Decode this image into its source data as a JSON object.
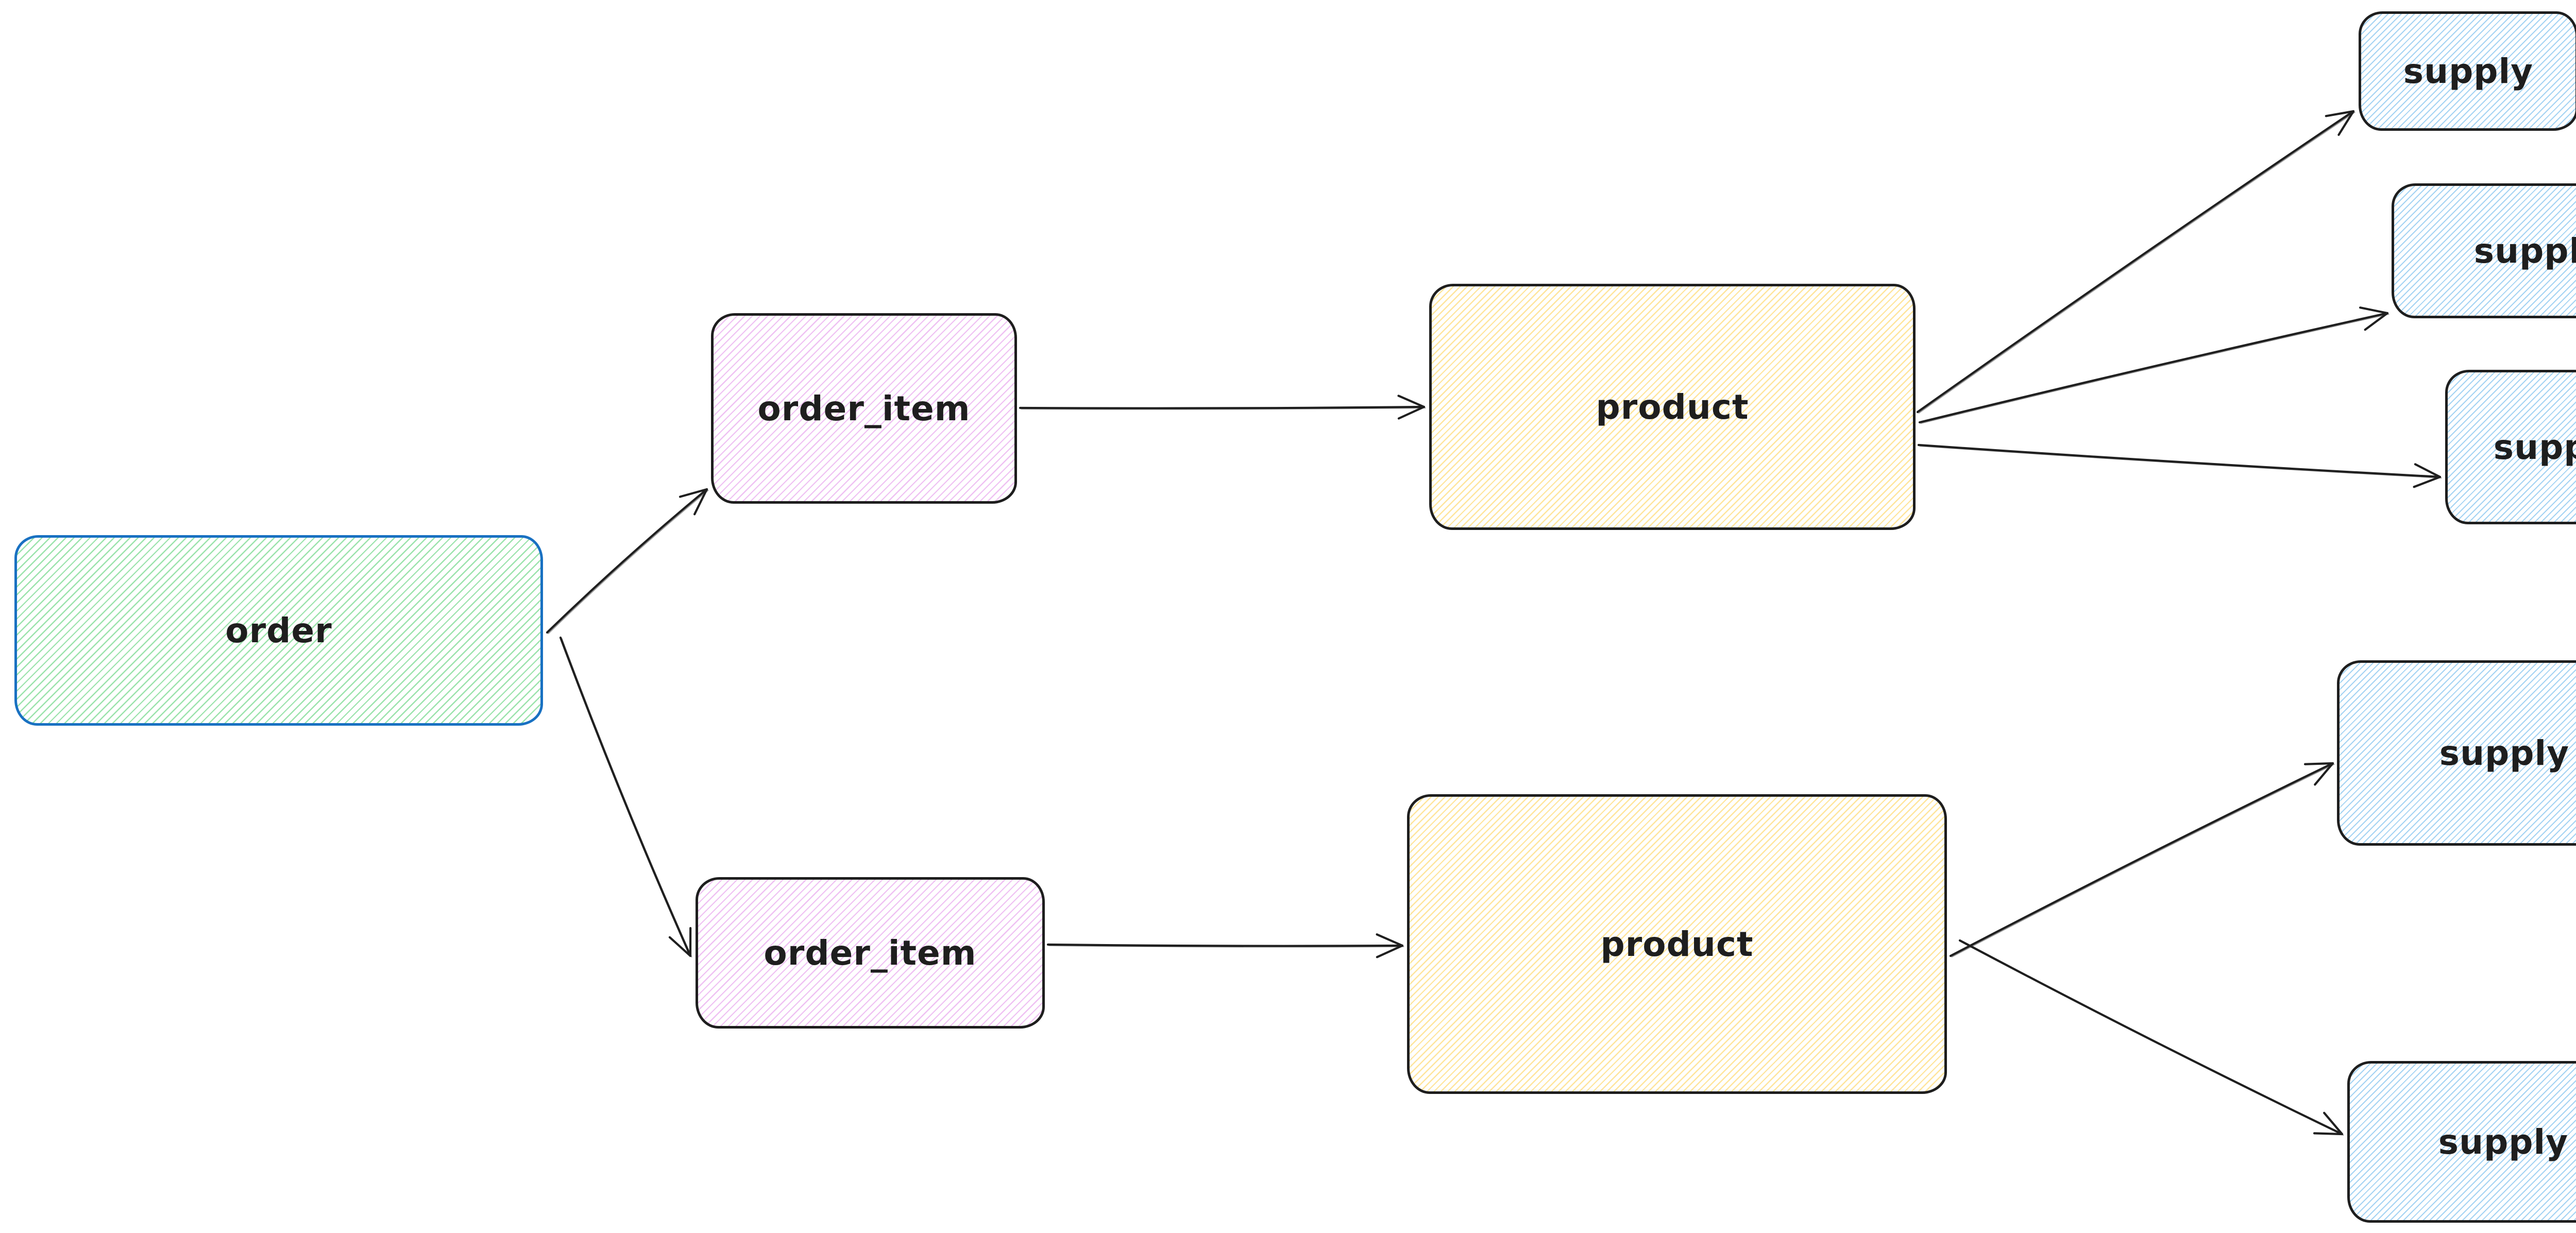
{
  "diagram": {
    "background_color": "#ffffff",
    "ink_color": "#1e1e1e",
    "accent_border_color": "#1971c2",
    "fill_colors": {
      "order": "#9be3ac",
      "order_item": "#efc1f3",
      "product": "#ffe59c",
      "supply": "#a4d3f3"
    },
    "nodes": [
      {
        "id": "order",
        "label": "order",
        "fill": "green",
        "border": "#1971c2"
      },
      {
        "id": "order_item_1",
        "label": "order_item",
        "fill": "violet",
        "border": "#1e1e1e"
      },
      {
        "id": "order_item_2",
        "label": "order_item",
        "fill": "violet",
        "border": "#1e1e1e"
      },
      {
        "id": "product_1",
        "label": "product",
        "fill": "yellow",
        "border": "#1e1e1e"
      },
      {
        "id": "product_2",
        "label": "product",
        "fill": "yellow",
        "border": "#1e1e1e"
      },
      {
        "id": "supply_1",
        "label": "supply",
        "fill": "blue",
        "border": "#1e1e1e"
      },
      {
        "id": "supply_2",
        "label": "supply",
        "fill": "blue",
        "border": "#1e1e1e"
      },
      {
        "id": "supply_3",
        "label": "supply",
        "fill": "blue",
        "border": "#1e1e1e"
      },
      {
        "id": "supply_4",
        "label": "supply",
        "fill": "blue",
        "border": "#1e1e1e"
      },
      {
        "id": "supply_5",
        "label": "supply",
        "fill": "blue",
        "border": "#1e1e1e"
      }
    ],
    "edges": [
      {
        "from": "order",
        "to": "order_item_1",
        "arrowhead": "end"
      },
      {
        "from": "order",
        "to": "order_item_2",
        "arrowhead": "end"
      },
      {
        "from": "order_item_1",
        "to": "product_1",
        "arrowhead": "end"
      },
      {
        "from": "order_item_2",
        "to": "product_2",
        "arrowhead": "end"
      },
      {
        "from": "product_1",
        "to": "supply_1",
        "arrowhead": "end"
      },
      {
        "from": "product_1",
        "to": "supply_2",
        "arrowhead": "end"
      },
      {
        "from": "product_1",
        "to": "supply_3",
        "arrowhead": "end"
      },
      {
        "from": "product_2",
        "to": "supply_4",
        "arrowhead": "end"
      },
      {
        "from": "product_2",
        "to": "supply_5",
        "arrowhead": "end"
      }
    ]
  }
}
